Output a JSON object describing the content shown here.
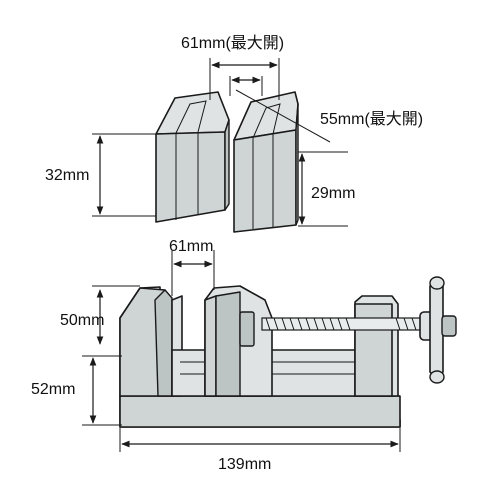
{
  "labels": {
    "jaw_max_open": "61mm(最大開)",
    "groove_max_open": "55mm(最大開)",
    "jaw_height": "32mm",
    "groove_height": "29mm",
    "jaw_width": "61mm",
    "jaw_above_base": "50mm",
    "base_height": "52mm",
    "total_length": "139mm"
  },
  "colors": {
    "part_fill": "#dfe3e3",
    "face_fill": "#cfd5d5",
    "outline": "#1a1a1a"
  }
}
